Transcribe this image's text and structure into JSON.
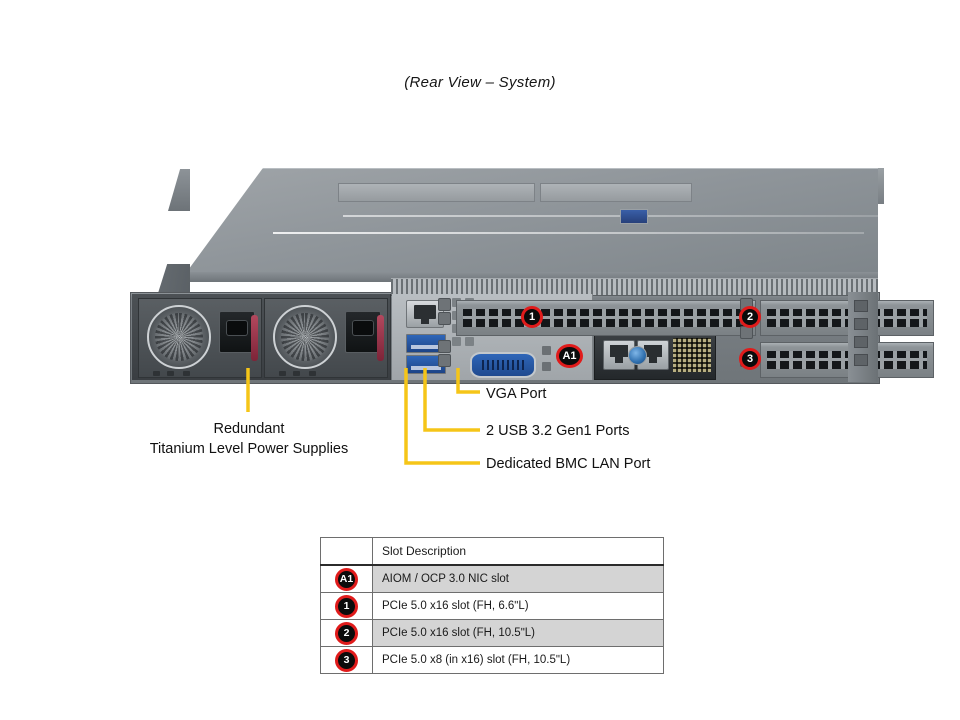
{
  "view_title": "(Rear View – System)",
  "colors": {
    "leader": "#F5C518",
    "badge_ring": "#E01B1B",
    "badge_fill": "#0B0B0B",
    "table_row_shade": "#D4D4D4",
    "chassis_body": "#7A8085"
  },
  "image_badges": [
    {
      "id": "slot-1",
      "label": "1"
    },
    {
      "id": "slot-2",
      "label": "2"
    },
    {
      "id": "slot-3",
      "label": "3"
    },
    {
      "id": "slot-a1",
      "label": "A1"
    }
  ],
  "callouts": [
    {
      "id": "psu",
      "line1": "Redundant",
      "line2": "Titanium Level Power Supplies"
    },
    {
      "id": "vga",
      "text": "VGA Port"
    },
    {
      "id": "usb",
      "text": "2 USB 3.2 Gen1 Ports"
    },
    {
      "id": "bmc",
      "text": "Dedicated BMC LAN Port"
    }
  ],
  "slot_table": {
    "header": {
      "badge": "",
      "description": "Slot Description"
    },
    "rows": [
      {
        "badge": "A1",
        "description": "AIOM / OCP 3.0 NIC slot",
        "shaded": true
      },
      {
        "badge": "1",
        "description": "PCIe 5.0 x16 slot (FH, 6.6ʺL)",
        "shaded": false
      },
      {
        "badge": "2",
        "description": "PCIe 5.0 x16 slot (FH, 10.5ʺL)",
        "shaded": true
      },
      {
        "badge": "3",
        "description": "PCIe 5.0 x8 (in x16) slot (FH, 10.5ʺL)",
        "shaded": false
      }
    ]
  }
}
